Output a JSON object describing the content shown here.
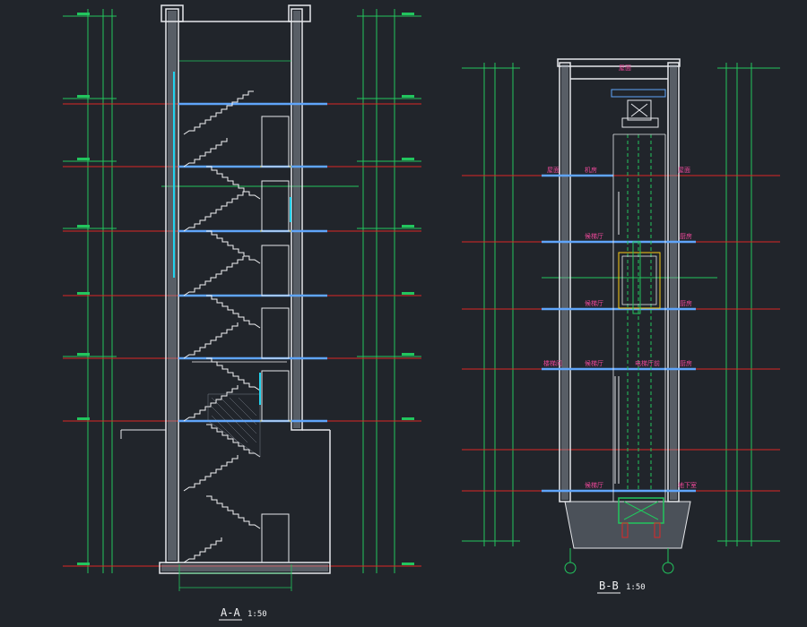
{
  "colors": {
    "background": "#21252b",
    "dim_green": "#22c55e",
    "level_red": "#dc2626",
    "wall_white": "#e5e7eb",
    "slab_blue": "#60a5fa",
    "stair_white": "#f3f4f6",
    "cyan": "#22d3ee",
    "title_white": "#f3f4f6",
    "yellow": "#facc15",
    "magenta": "#ec4899"
  },
  "section_aa": {
    "title": "A-A",
    "scale": "1:50"
  },
  "section_bb": {
    "title": "B-B",
    "scale": "1:50",
    "labels": {
      "top_room": "屋面",
      "machine_room": "机房",
      "lobby": "候梯厅",
      "kitchen": "厨房",
      "corridor_left": "楼梯间",
      "lobby_right": "电梯厅前",
      "basement": "地下室",
      "roof_left": "屋面",
      "roof_right": "屋面"
    }
  }
}
